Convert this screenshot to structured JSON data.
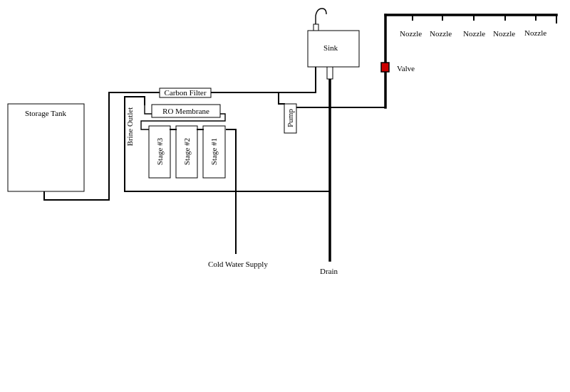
{
  "components": {
    "storage_tank": "Storage Tank",
    "carbon_filter": "Carbon Filter",
    "ro_membrane": "RO Membrane",
    "brine_outlet": "Brine Outlet",
    "stage_3": "Stage #3",
    "stage_2": "Stage #2",
    "stage_1": "Stage #1",
    "sink": "Sink",
    "pump": "Pump",
    "valve": "Valve",
    "cold_water_supply": "Cold Water Supply",
    "drain": "Drain"
  },
  "nozzles": [
    "Nozzle",
    "Nozzle",
    "Nozzle",
    "Nozzle",
    "Nozzle"
  ],
  "colors": {
    "valve": "#cc0000",
    "line": "#000000"
  }
}
